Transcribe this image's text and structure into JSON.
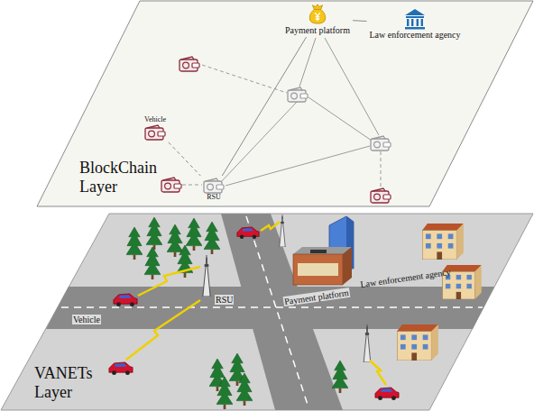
{
  "diagram": {
    "nodes": [
      {
        "text": [
          "BlockChain Layer"
        ]
      },
      {
        "text": [
          "Payment platform"
        ],
        "in": 0
      },
      {
        "text": [
          "Law enforcement agency"
        ],
        "in": 0
      },
      {
        "text": [
          "Vehicle"
        ],
        "in": 0
      },
      {
        "text": [
          "RSU"
        ],
        "in": 0
      },
      {
        "text": [
          "VANETs Layer"
        ]
      }
    ],
    "edges": [
      {
        "from": 1,
        "to": 2,
        "arrow": "none"
      },
      {
        "from": 1,
        "to": 4,
        "arrow": "none"
      },
      {
        "from": 3,
        "to": 4,
        "arrow": "none"
      }
    ],
    "labels": [
      "Law enforcement agency",
      "Payment platform",
      "Vehicle",
      "RSU"
    ]
  }
}
